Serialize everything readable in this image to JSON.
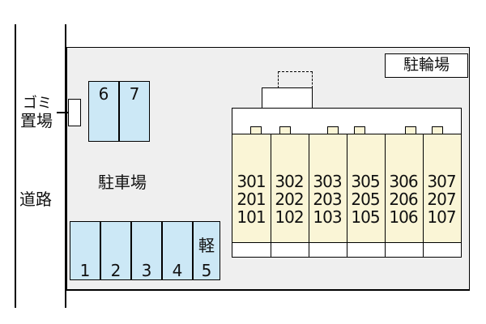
{
  "road_label": "道路",
  "trash_label_line1": "ゴミ",
  "trash_label_line2": "置場",
  "parking_label": "駐車場",
  "bicycle_label": "駐輪場",
  "top_spaces": [
    "6",
    "7"
  ],
  "bottom_spaces": [
    "1",
    "2",
    "3",
    "4"
  ],
  "kei_space": {
    "top": "軽",
    "num": "5"
  },
  "rooms": [
    [
      "301",
      "201",
      "101"
    ],
    [
      "302",
      "202",
      "102"
    ],
    [
      "303",
      "203",
      "103"
    ],
    [
      "305",
      "205",
      "105"
    ],
    [
      "306",
      "206",
      "106"
    ],
    [
      "307",
      "207",
      "107"
    ]
  ]
}
